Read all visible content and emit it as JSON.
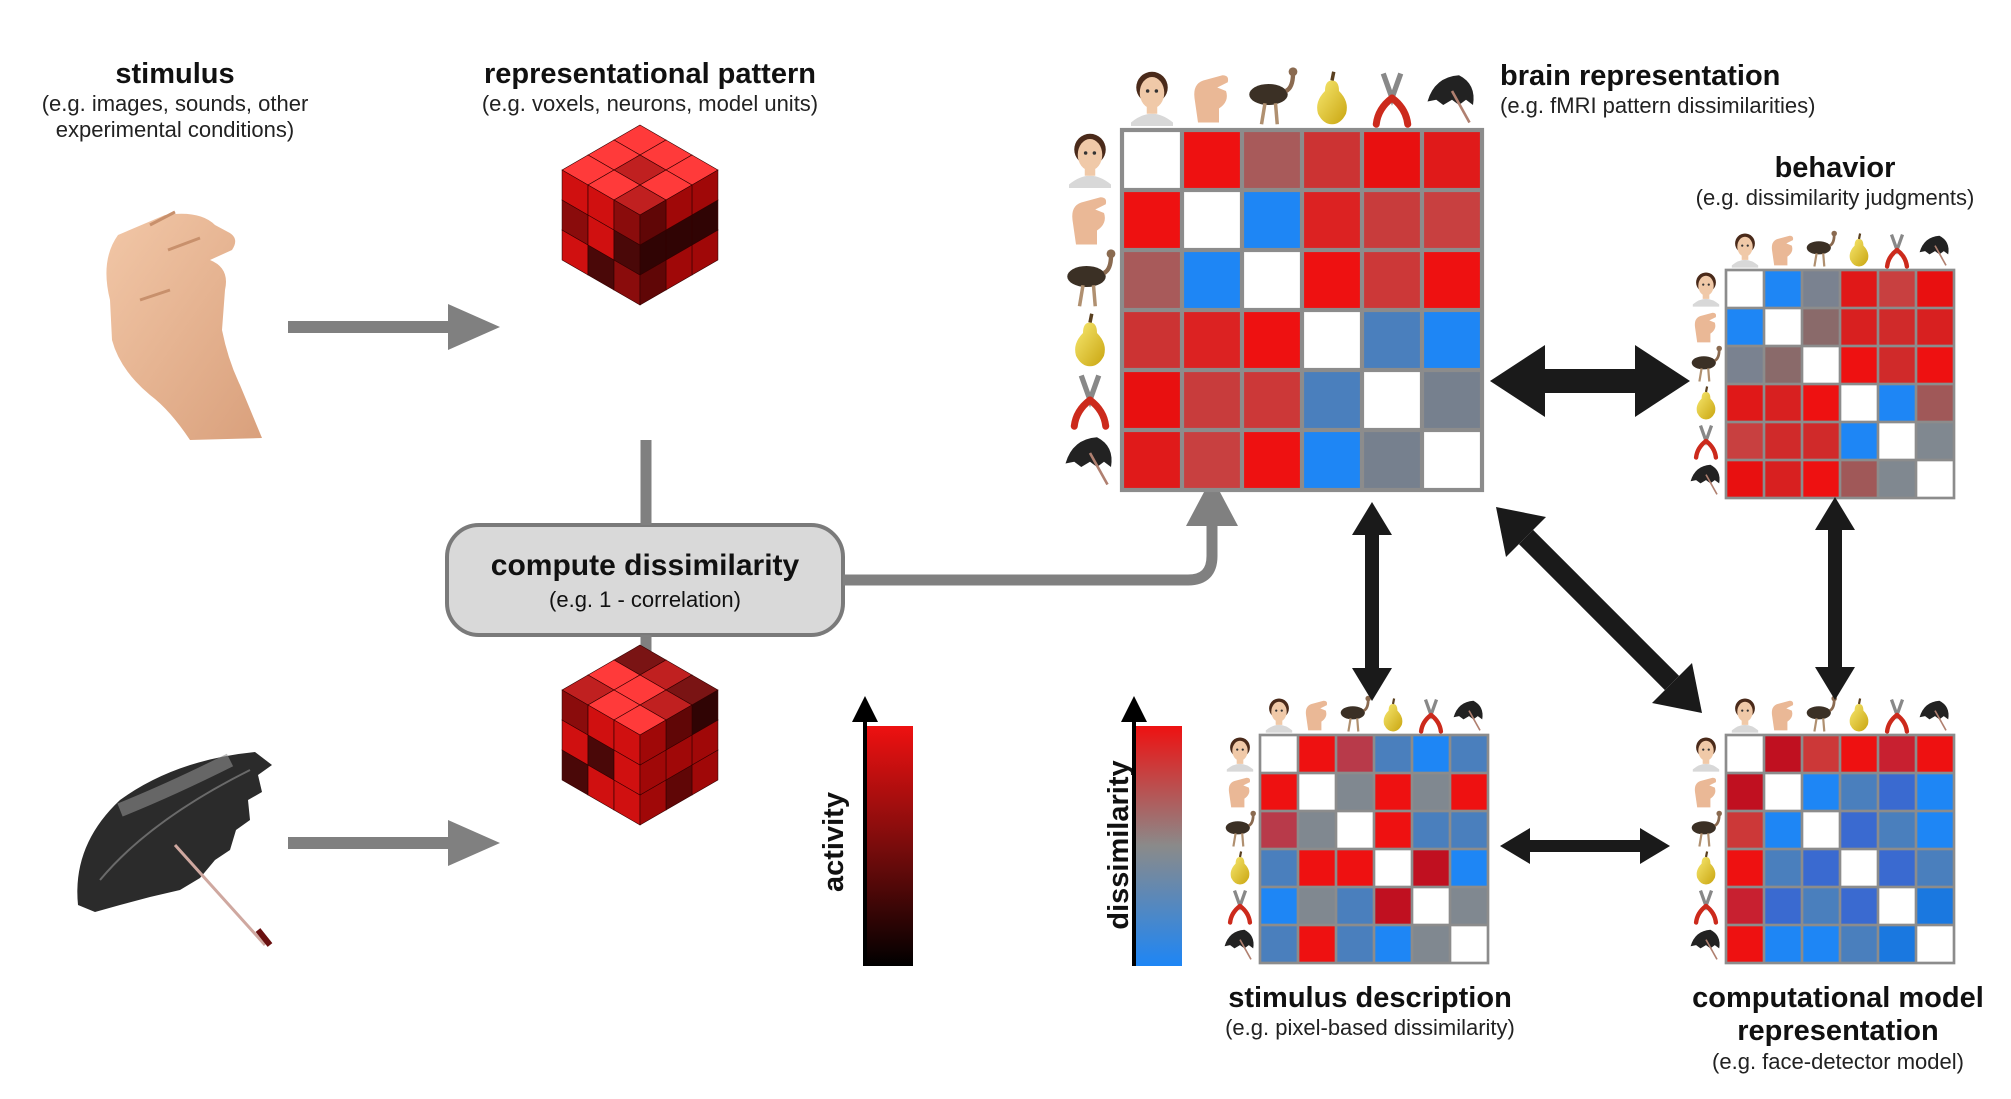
{
  "labels": {
    "stimulus": {
      "title": "stimulus",
      "subtitle": "(e.g. images, sounds, other experimental conditions)"
    },
    "pattern": {
      "title": "representational pattern",
      "subtitle": "(e.g. voxels, neurons, model units)"
    },
    "brain": {
      "title": "brain representation",
      "subtitle": "(e.g. fMRI pattern dissimilarities)"
    },
    "behavior": {
      "title": "behavior",
      "subtitle": "(e.g. dissimilarity judgments)"
    },
    "stimdesc": {
      "title": "stimulus description",
      "subtitle": "(e.g. pixel-based dissimilarity)"
    },
    "compmodel": {
      "title": "computational model representation",
      "subtitle": "(e.g. face-detector model)"
    },
    "compute": {
      "title": "compute dissimilarity",
      "subtitle": "(e.g. 1 - correlation)"
    },
    "activity_bar": "activity",
    "dissimilarity_bar": "dissimilarity"
  },
  "stimulus_icons": [
    "face",
    "hand",
    "ostrich",
    "pear",
    "pliers",
    "umbrella"
  ],
  "colors": {
    "arrow_gray": "#808080",
    "arrow_black": "#1a1a1a",
    "grid_line": "#8c8c8c",
    "red": "#ee1111",
    "blue": "#1f86f5",
    "box_fill": "#d9d9d9"
  },
  "matrices": {
    "brain": [
      [
        "#ffffff",
        "#ee1111",
        "#a85a5a",
        "#cc3333",
        "#e81010",
        "#e01a1a"
      ],
      [
        "#ee1111",
        "#ffffff",
        "#1e86f5",
        "#dc2222",
        "#c83c3c",
        "#c84040"
      ],
      [
        "#a85a5a",
        "#1e86f5",
        "#ffffff",
        "#ee1111",
        "#cc3838",
        "#ee1111"
      ],
      [
        "#cc3333",
        "#dc2222",
        "#ee1111",
        "#ffffff",
        "#4a7fbd",
        "#1e86f5"
      ],
      [
        "#e81010",
        "#c83c3c",
        "#cc3838",
        "#4a7fbd",
        "#ffffff",
        "#76808e"
      ],
      [
        "#e01a1a",
        "#c84040",
        "#ee1111",
        "#1e86f5",
        "#76808e",
        "#ffffff"
      ]
    ],
    "behavior": [
      [
        "#ffffff",
        "#1e86f5",
        "#7a8290",
        "#e01818",
        "#c84040",
        "#e81010"
      ],
      [
        "#1e86f5",
        "#ffffff",
        "#8a6a6a",
        "#d82020",
        "#d02a2a",
        "#d82020"
      ],
      [
        "#7a8290",
        "#8a6a6a",
        "#ffffff",
        "#ee1111",
        "#d02a2a",
        "#ee1111"
      ],
      [
        "#e01818",
        "#d82020",
        "#ee1111",
        "#ffffff",
        "#1e86f5",
        "#a05858"
      ],
      [
        "#c84040",
        "#d02a2a",
        "#d02a2a",
        "#1e86f5",
        "#ffffff",
        "#808890"
      ],
      [
        "#e81010",
        "#d82020",
        "#ee1111",
        "#a05858",
        "#808890",
        "#ffffff"
      ]
    ],
    "stimdesc": [
      [
        "#ffffff",
        "#ee1111",
        "#b83a4a",
        "#4a7fbd",
        "#1e86f5",
        "#4a7fbd"
      ],
      [
        "#ee1111",
        "#ffffff",
        "#808890",
        "#ee1111",
        "#808890",
        "#ee1111"
      ],
      [
        "#b83a4a",
        "#808890",
        "#ffffff",
        "#ee1111",
        "#4a7fbd",
        "#4a7fbd"
      ],
      [
        "#4a7fbd",
        "#ee1111",
        "#ee1111",
        "#ffffff",
        "#c01020",
        "#1e86f5"
      ],
      [
        "#1e86f5",
        "#808890",
        "#4a7fbd",
        "#c01020",
        "#ffffff",
        "#808890"
      ],
      [
        "#4a7fbd",
        "#ee1111",
        "#4a7fbd",
        "#1e86f5",
        "#808890",
        "#ffffff"
      ]
    ],
    "compmodel": [
      [
        "#ffffff",
        "#c01020",
        "#cc3838",
        "#ee1111",
        "#c82030",
        "#ee1111"
      ],
      [
        "#c01020",
        "#ffffff",
        "#1e86f5",
        "#4a7fbd",
        "#3a6ad0",
        "#1e86f5"
      ],
      [
        "#cc3838",
        "#1e86f5",
        "#ffffff",
        "#3a6ad0",
        "#4a7fbd",
        "#1e86f5"
      ],
      [
        "#ee1111",
        "#4a7fbd",
        "#3a6ad0",
        "#ffffff",
        "#3a6ad0",
        "#4a7fbd"
      ],
      [
        "#c82030",
        "#3a6ad0",
        "#4a7fbd",
        "#3a6ad0",
        "#ffffff",
        "#1a78e0"
      ],
      [
        "#ee1111",
        "#1e86f5",
        "#1e86f5",
        "#4a7fbd",
        "#1a78e0",
        "#ffffff"
      ]
    ]
  }
}
